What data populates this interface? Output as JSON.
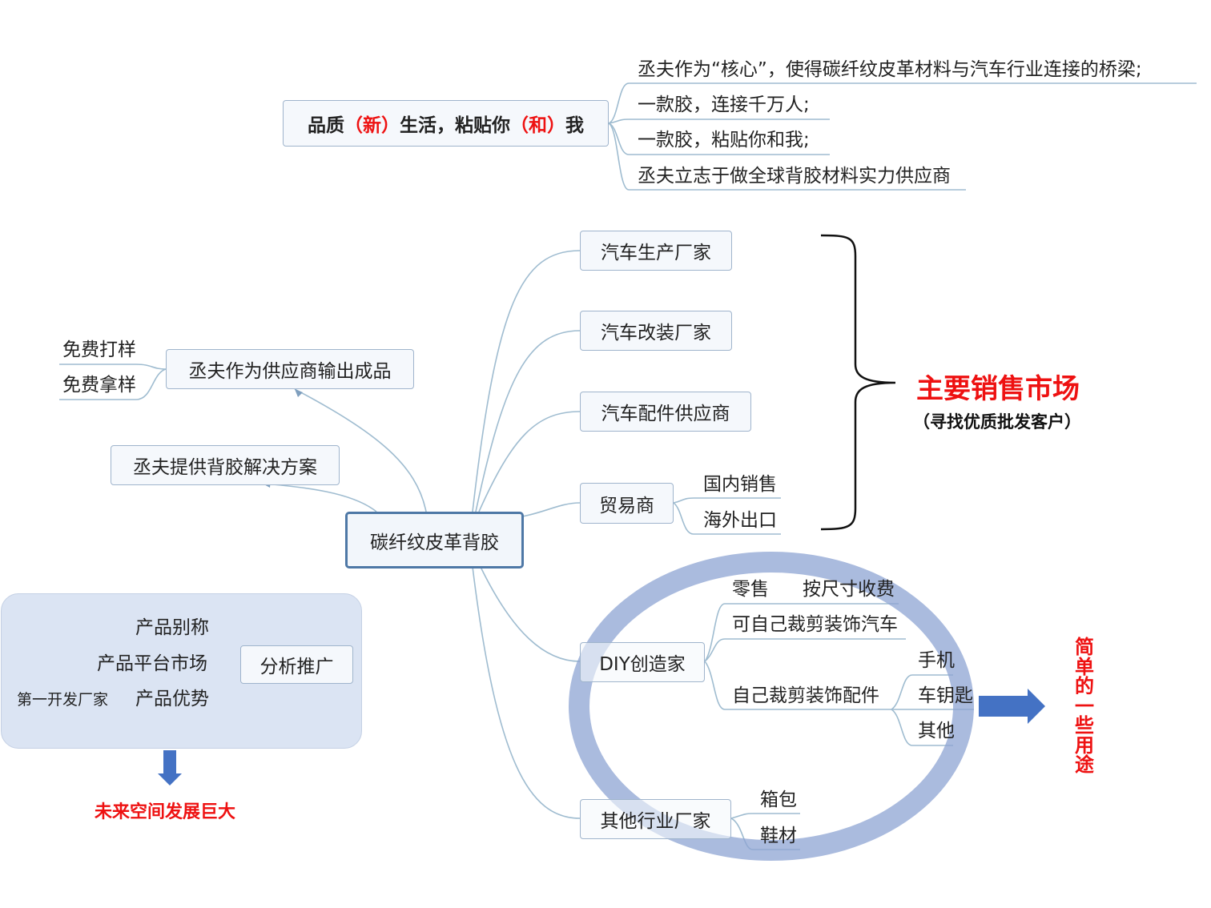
{
  "title": {
    "part1": "品质",
    "part2": "（新）",
    "part3": "生活，粘贴你",
    "part4": "（和）",
    "part5": "我"
  },
  "title_notes": [
    "丞夫作为“核心”，使得碳纤纹皮革材料与汽车行业连接的桥梁;",
    "一款胶，连接千万人;",
    "一款胶，粘贴你和我;",
    "丞夫立志于做全球背胶材料实力供应商"
  ],
  "center": "碳纤纹皮革背胶",
  "left_branches": {
    "supplier": "丞夫作为供应商输出成品",
    "supplier_children": [
      "免费打样",
      "免费拿样"
    ],
    "solution": "丞夫提供背胶解决方案"
  },
  "right_branches": {
    "car_maker": "汽车生产厂家",
    "car_mod": "汽车改装厂家",
    "car_parts": "汽车配件供应商",
    "trader": "贸易商",
    "trader_children": [
      "国内销售",
      "海外出口"
    ],
    "diy": "DIY创造家",
    "diy_retail": "零售",
    "diy_retail_detail": "按尺寸收费",
    "diy_car": "可自己裁剪装饰汽车",
    "diy_parts": "自己裁剪装饰配件",
    "diy_parts_children": [
      "手机",
      "车钥匙",
      "其他"
    ],
    "other": "其他行业厂家",
    "other_children": [
      "箱包",
      "鞋材"
    ]
  },
  "market": {
    "title": "主要销售市场",
    "subtitle": "（寻找优质批发客户）"
  },
  "uses_label": "简单的一些用途",
  "analysis": {
    "node": "分析推广",
    "children": [
      "产品别称",
      "产品平台市场",
      "产品优势"
    ],
    "sub": "第一开发厂家"
  },
  "future": "未来空间发展巨大",
  "colors": {
    "line": "#9fbcd0",
    "box_border": "#9fb4cc",
    "center_border": "#4e78a6",
    "accent_red": "#ee1111",
    "ellipse": "#8ea4d3",
    "arrow": "#4472c4",
    "panel": "#dbe4f3"
  }
}
